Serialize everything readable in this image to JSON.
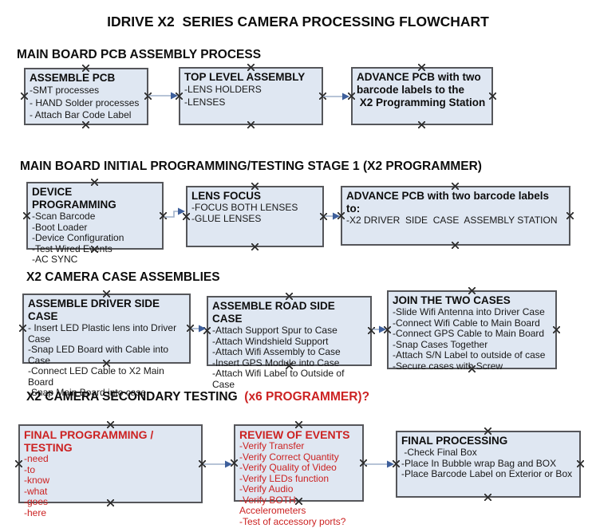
{
  "title": "IDRIVE X2  SERIES CAMERA PROCESSING FLOWCHART",
  "colors": {
    "box_fill": "#dfe7f2",
    "box_border": "#55565a",
    "connector_line": "#9fb1ca",
    "arrow_head": "#3e5f9b",
    "accent_red": "#cc2222",
    "text_black": "#0d0d0d"
  },
  "sections": [
    {
      "heading": "MAIN BOARD PCB ASSEMBLY PROCESS",
      "boxes": [
        {
          "title": "ASSEMBLE PCB",
          "items": [
            "-SMT processes",
            "- HAND Solder processes",
            "- Attach Bar Code Label"
          ]
        },
        {
          "title": "TOP LEVEL ASSEMBLY",
          "items": [
            "-LENS HOLDERS",
            "-LENSES"
          ]
        },
        {
          "title": "ADVANCE PCB with two\nbarcode labels to the\n X2 Programming Station",
          "items": []
        }
      ]
    },
    {
      "heading": "MAIN BOARD INITIAL PROGRAMMING/TESTING STAGE 1 (X2 PROGRAMMER)",
      "boxes": [
        {
          "title": "DEVICE PROGRAMMING",
          "items": [
            "-Scan Barcode",
            "-Boot Loader",
            "-Device Configuration",
            "-Test Wired Events",
            "-AC SYNC"
          ]
        },
        {
          "title": "LENS FOCUS",
          "items": [
            "-FOCUS BOTH LENSES",
            "-GLUE LENSES"
          ]
        },
        {
          "title": "ADVANCE PCB with two barcode labels to:",
          "items": [
            "-X2 DRIVER  SIDE  CASE  ASSEMBLY STATION"
          ]
        }
      ]
    },
    {
      "heading": "X2 CAMERA CASE ASSEMBLIES",
      "boxes": [
        {
          "title": "ASSEMBLE DRIVER SIDE CASE",
          "items": [
            "- Insert LED Plastic lens into Driver Case",
            "-Snap LED Board with Cable into Case",
            "-Connect LED Cable to X2 Main Board",
            "-Snap Main Board into case"
          ]
        },
        {
          "title": "ASSEMBLE ROAD SIDE CASE",
          "items": [
            "-Attach Support Spur to Case",
            "-Attach Windshield Support",
            "-Attach Wifi Assembly to Case",
            "-Insert GPS Module into Case",
            "-Attach Wifi Label to Outside of Case"
          ]
        },
        {
          "title": "JOIN THE TWO CASES",
          "items": [
            "-Slide Wifi Antenna into Driver Case",
            "-Connect Wifi Cable to Main Board",
            "-Connect GPS Cable to Main Board",
            "-Snap Cases Together",
            "-Attach S/N Label to outside of case",
            "-Secure cases with Screw"
          ]
        }
      ]
    },
    {
      "heading_black": "X2 CAMERA SECONDARY TESTING ",
      "heading_red": " (x6 PROGRAMMER)?",
      "boxes": [
        {
          "title": "FINAL PROGRAMMING / TESTING",
          "items": [
            "-need",
            "-to",
            "-know",
            "-what",
            "-goes",
            "-here"
          ]
        },
        {
          "title": "REVIEW OF EVENTS",
          "items": [
            "-Verify Transfer",
            "-Verify Correct Quantity",
            "-Verify Quality of Video",
            "-Verify LEDs function",
            "-Verify Audio",
            "-Verify BOTH Accelerometers",
            "-Test of accessory ports?"
          ]
        },
        {
          "title": "FINAL PROCESSING",
          "items": [
            " -Check Final Box",
            "-Place In Bubble wrap Bag and BOX",
            "-Place Barcode Label on Exterior or Box"
          ]
        }
      ]
    }
  ]
}
